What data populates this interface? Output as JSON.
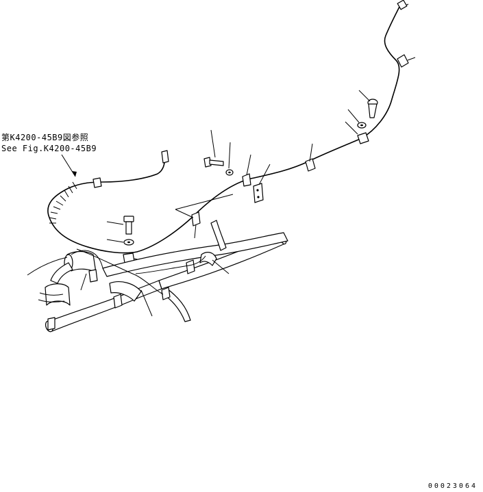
{
  "reference": {
    "japanese": "第K4200-45B9図参照",
    "english": "See Fig.K4200-45B9"
  },
  "drawing_number": "00023064"
}
